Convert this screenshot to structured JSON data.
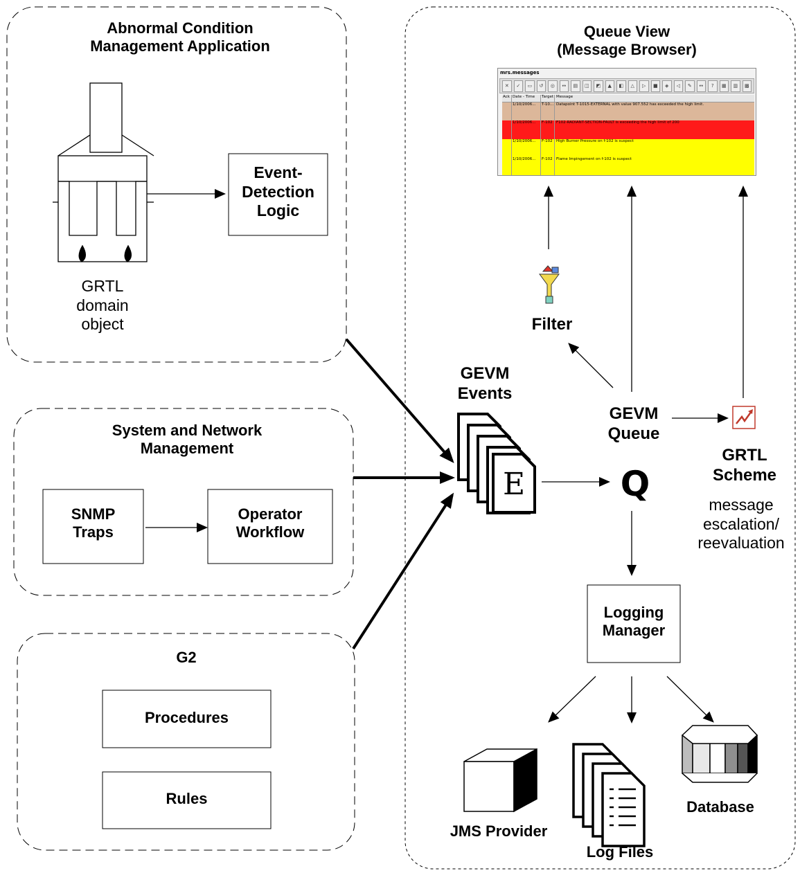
{
  "acm": {
    "title_line1": "Abnormal Condition",
    "title_line2": "Management Application",
    "event_logic": [
      "Event-",
      "Detection",
      "Logic"
    ],
    "grtl_object": [
      "GRTL",
      "domain",
      "object"
    ]
  },
  "snm": {
    "title_line1": "System and Network",
    "title_line2": "Management",
    "snmp": [
      "SNMP",
      "Traps"
    ],
    "workflow": [
      "Operator",
      "Workflow"
    ]
  },
  "g2": {
    "title": "G2",
    "procedures": "Procedures",
    "rules": "Rules"
  },
  "queue_view": {
    "title_line1": "Queue View",
    "title_line2": "(Message Browser)"
  },
  "browser": {
    "title": "mrs.messages",
    "columns": [
      "Ack",
      "Date - Time",
      "Target",
      "Message"
    ],
    "rows": [
      {
        "date": "1/10/2006...",
        "target": "T-10...",
        "message": "Datapoint T-1015-EXTERNAL with value 907.552 has exceeded the high limit.",
        "color": "#dcb79a"
      },
      {
        "date": "1/10/2006...",
        "target": "F-102",
        "message": "F102-RADIANT-SECTION-FAULT is exceeding the high limit of 200",
        "color": "#ff1a1a"
      },
      {
        "date": "1/10/2006...",
        "target": "F-102",
        "message": "High Burner Pressure on f-102 is suspect",
        "color": "#ffff00"
      },
      {
        "date": "1/10/2006...",
        "target": "F-102",
        "message": "Flame Impingement on f-102 is suspect",
        "color": "#ffff00"
      }
    ]
  },
  "filter_label": "Filter",
  "events": {
    "label_line1": "GEVM",
    "label_line2": "Events",
    "glyph": "E"
  },
  "queue": {
    "label_line1": "GEVM",
    "label_line2": "Queue",
    "glyph": "Q"
  },
  "scheme": {
    "label_line1": "GRTL",
    "label_line2": "Scheme",
    "desc": [
      "message",
      "escalation/",
      "reevaluation"
    ]
  },
  "logging": [
    "Logging",
    "Manager"
  ],
  "outputs": {
    "jms": "JMS Provider",
    "logs": "Log Files",
    "db": "Database"
  },
  "colors": {
    "scheme_icon": "#c0392b",
    "filter_icon_top": "#e0342b",
    "filter_icon_funnel": "#f2d94e",
    "filter_icon_base": "#7fd1c0"
  }
}
